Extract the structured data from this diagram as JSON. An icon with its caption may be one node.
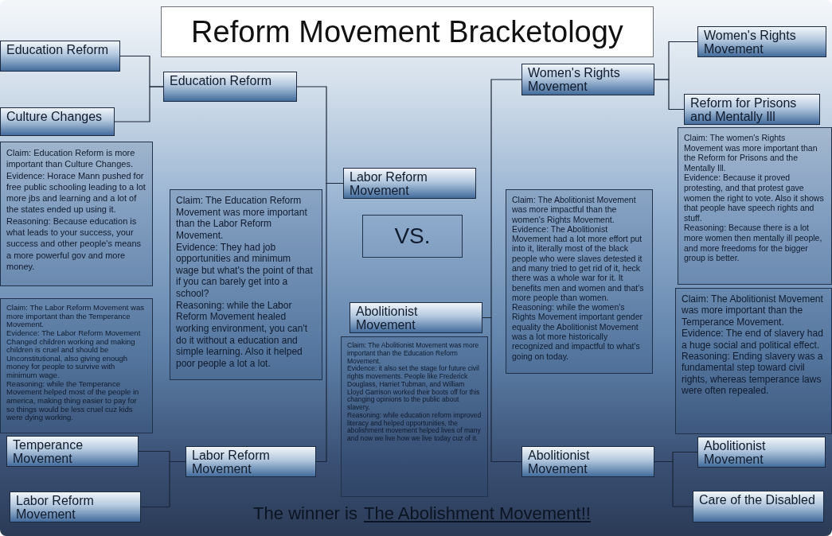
{
  "diagram": {
    "title": "Reform Movement Bracketology",
    "nodes": [
      {
        "text": [
          "Education Reform"
        ]
      },
      {
        "text": [
          "Culture Changes"
        ]
      },
      {
        "text": [
          "Claim: Education Reform is more important than Culture Changes.",
          "Evidence: Horace Mann pushed for free public schooling leading to a lot more jbs and learning and a lot of the states ended up using it.",
          "Reasoning: Because education is what leads to your success, your success and other people's means a more powerful gov and more money."
        ]
      },
      {
        "text": [
          "Claim: The Labor Reform Movement was more important than the Temperance Movement.",
          "Evidence: The Labor Reform Movement Changed children working and making children is cruel and should be Unconstitutional, also giving enough money for people to survive with minimum wage.",
          "Reasoning: while the Temperance Movement helped most of the people in america, making thing easier to pay for so things would be less cruel cuz kids were dying working."
        ]
      },
      {
        "text": [
          "Temperance Movement"
        ]
      },
      {
        "text": [
          "Labor Reform Movement"
        ]
      },
      {
        "text": [
          "Education Reform"
        ]
      },
      {
        "text": [
          "Claim: The Education Reform Movement was more important than the Labor Reform Movement.",
          "Evidence: They had job opportunities and minimum wage but what's the point of that if you can barely get into a school?",
          "Reasoning: while the Labor Reform Movement healed working environment, you can't do it without a education and simple learning. Also it helped poor people a lot a lot."
        ]
      },
      {
        "text": [
          "Labor Reform Movement"
        ]
      },
      {
        "text": [
          "Labor Reform Movement"
        ]
      },
      {
        "text": [
          "VS."
        ]
      },
      {
        "text": [
          "Abolitionist Movement"
        ]
      },
      {
        "text": [
          "Claim: The Abolitionist Movement was more important than the Education Reform Movement.",
          "Evidence: it also set the stage for future civil rights movements. People like Frederick Douglass, Harriet Tubman, and William Lloyd Garrison worked their boots off for this changing opinions to the public about slavery.",
          "Reasoning: while education reform improved literacy and helped opportunities, the abolishment movement helped lives of many and now we live how we live today cuz of it."
        ]
      },
      {
        "text": [
          "Women's Rights Movement"
        ]
      },
      {
        "text": [
          "Claim: The Abolitionist Movement was more impactful than the women's Rights Movement.",
          "Evidence: The Abolitionist Movement had a lot more effort put into it, literally most of the black people who were slaves detested it and many tried to get rid of it, heck there was a whole war for it. It benefits men and women and that's more people than women.",
          "Reasoning: while the women's Rights Movement important gender equality the Abolitionist Movement was a lot more historically recognized and impactful to what's going on today."
        ]
      },
      {
        "text": [
          "Abolitionist Movement"
        ]
      },
      {
        "text": [
          "Women's Rights Movement"
        ]
      },
      {
        "text": [
          "Reform for Prisons and Mentally Ill"
        ]
      },
      {
        "text": [
          "Claim: The women's Rights Movement was more important than the Reform for Prisons and the Mentally Ill.",
          "Evidence: Because it proved protesting, and that protest gave women the right to vote. Also it shows that people have speech rights and stuff.",
          "Reasoning: Because there is a lot more women then mentally ill people, and more freedoms for the bigger group is better."
        ]
      },
      {
        "text": [
          "Claim: The Abolitionist Movement was more important than the Temperance Movement.",
          "Evidence: The end of slavery had a huge social and political effect.",
          "Reasoning: Ending slavery was a fundamental step toward civil rights, whereas temperance laws were often repealed."
        ]
      },
      {
        "text": [
          "Abolitionist Movement"
        ]
      },
      {
        "text": [
          "Care of the Disabled"
        ]
      }
    ],
    "edges": [
      {
        "from": 0,
        "to": 6,
        "arrow": "none"
      },
      {
        "from": 1,
        "to": 6,
        "arrow": "none"
      },
      {
        "from": 4,
        "to": 8,
        "arrow": "none"
      },
      {
        "from": 5,
        "to": 8,
        "arrow": "none"
      },
      {
        "from": 6,
        "to": 9,
        "arrow": "none"
      },
      {
        "from": 8,
        "to": 9,
        "arrow": "none"
      },
      {
        "from": 16,
        "to": 13,
        "arrow": "none"
      },
      {
        "from": 17,
        "to": 13,
        "arrow": "none"
      },
      {
        "from": 20,
        "to": 15,
        "arrow": "none"
      },
      {
        "from": 21,
        "to": 15,
        "arrow": "none"
      },
      {
        "from": 13,
        "to": 11,
        "arrow": "none"
      },
      {
        "from": 15,
        "to": 11,
        "arrow": "none"
      }
    ],
    "labels": [
      "The winner is",
      "The Abolishment Movement!!"
    ]
  }
}
